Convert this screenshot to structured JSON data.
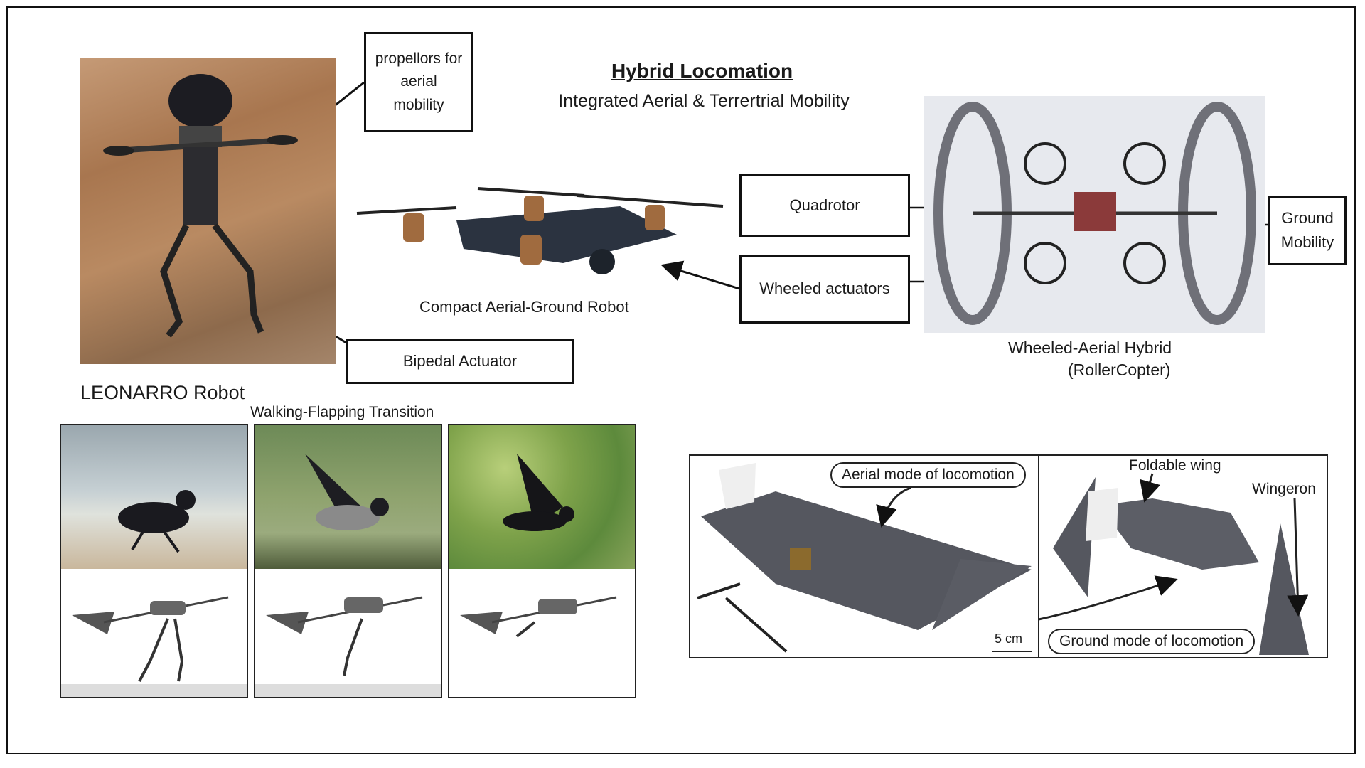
{
  "header": {
    "title": "Hybrid Locomation",
    "subtitle": "Integrated Aerial & Terrertrial Mobility"
  },
  "leonarro": {
    "caption": "LEONARRO Robot",
    "propellers_label": [
      "propellors for",
      "aerial",
      "mobility"
    ],
    "bipedal_label": "Bipedal Actuator"
  },
  "drone": {
    "caption": "Compact Aerial-Ground Robot",
    "quadrotor_label": "Quadrotor",
    "wheeled_label": "Wheeled actuators"
  },
  "rollercopter": {
    "caption_line1": "Wheeled-Aerial Hybrid",
    "caption_line2": "(RollerCopter)",
    "ground_label": [
      "Ground",
      "Mobility"
    ]
  },
  "bird": {
    "caption": "Walking-Flapping Transition"
  },
  "wing": {
    "aerial_label": "Aerial mode of locomotion",
    "foldable_label": "Foldable wing",
    "wingeron_label": "Wingeron",
    "scale_label": "5 cm",
    "ground_label": "Ground mode of locomotion"
  }
}
